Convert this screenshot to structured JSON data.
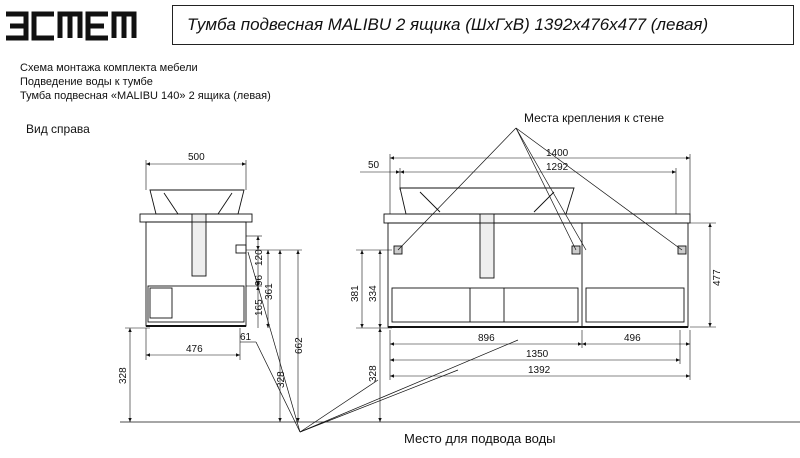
{
  "header": {
    "brand": "ЭСМЕМ",
    "title": "Тумба подвесная MALIBU  2 ящика (ШхГхВ) 1392х476х477  (левая)"
  },
  "notes": [
    "Схема монтажа комплекта мебели",
    "Подведение воды к тумбе",
    "Тумба подвесная «MALIBU 140» 2 ящика (левая)"
  ],
  "labels": {
    "side_view": "Вид справа",
    "mount_points": "Места крепления к стене",
    "water_supply": "Место  для подвода воды"
  },
  "dims": {
    "side_width": "500",
    "side_depth": "476",
    "d61": "61",
    "h120": "120",
    "h96": "96",
    "h165": "165",
    "h361": "361",
    "h662": "662",
    "h328a": "328",
    "h328b": "328",
    "front_50": "50",
    "front_1400": "1400",
    "front_1292": "1292",
    "h381": "381",
    "h334": "334",
    "h477": "477",
    "h328c": "328",
    "w896": "896",
    "w496": "496",
    "w1350": "1350",
    "w1392": "1392"
  }
}
